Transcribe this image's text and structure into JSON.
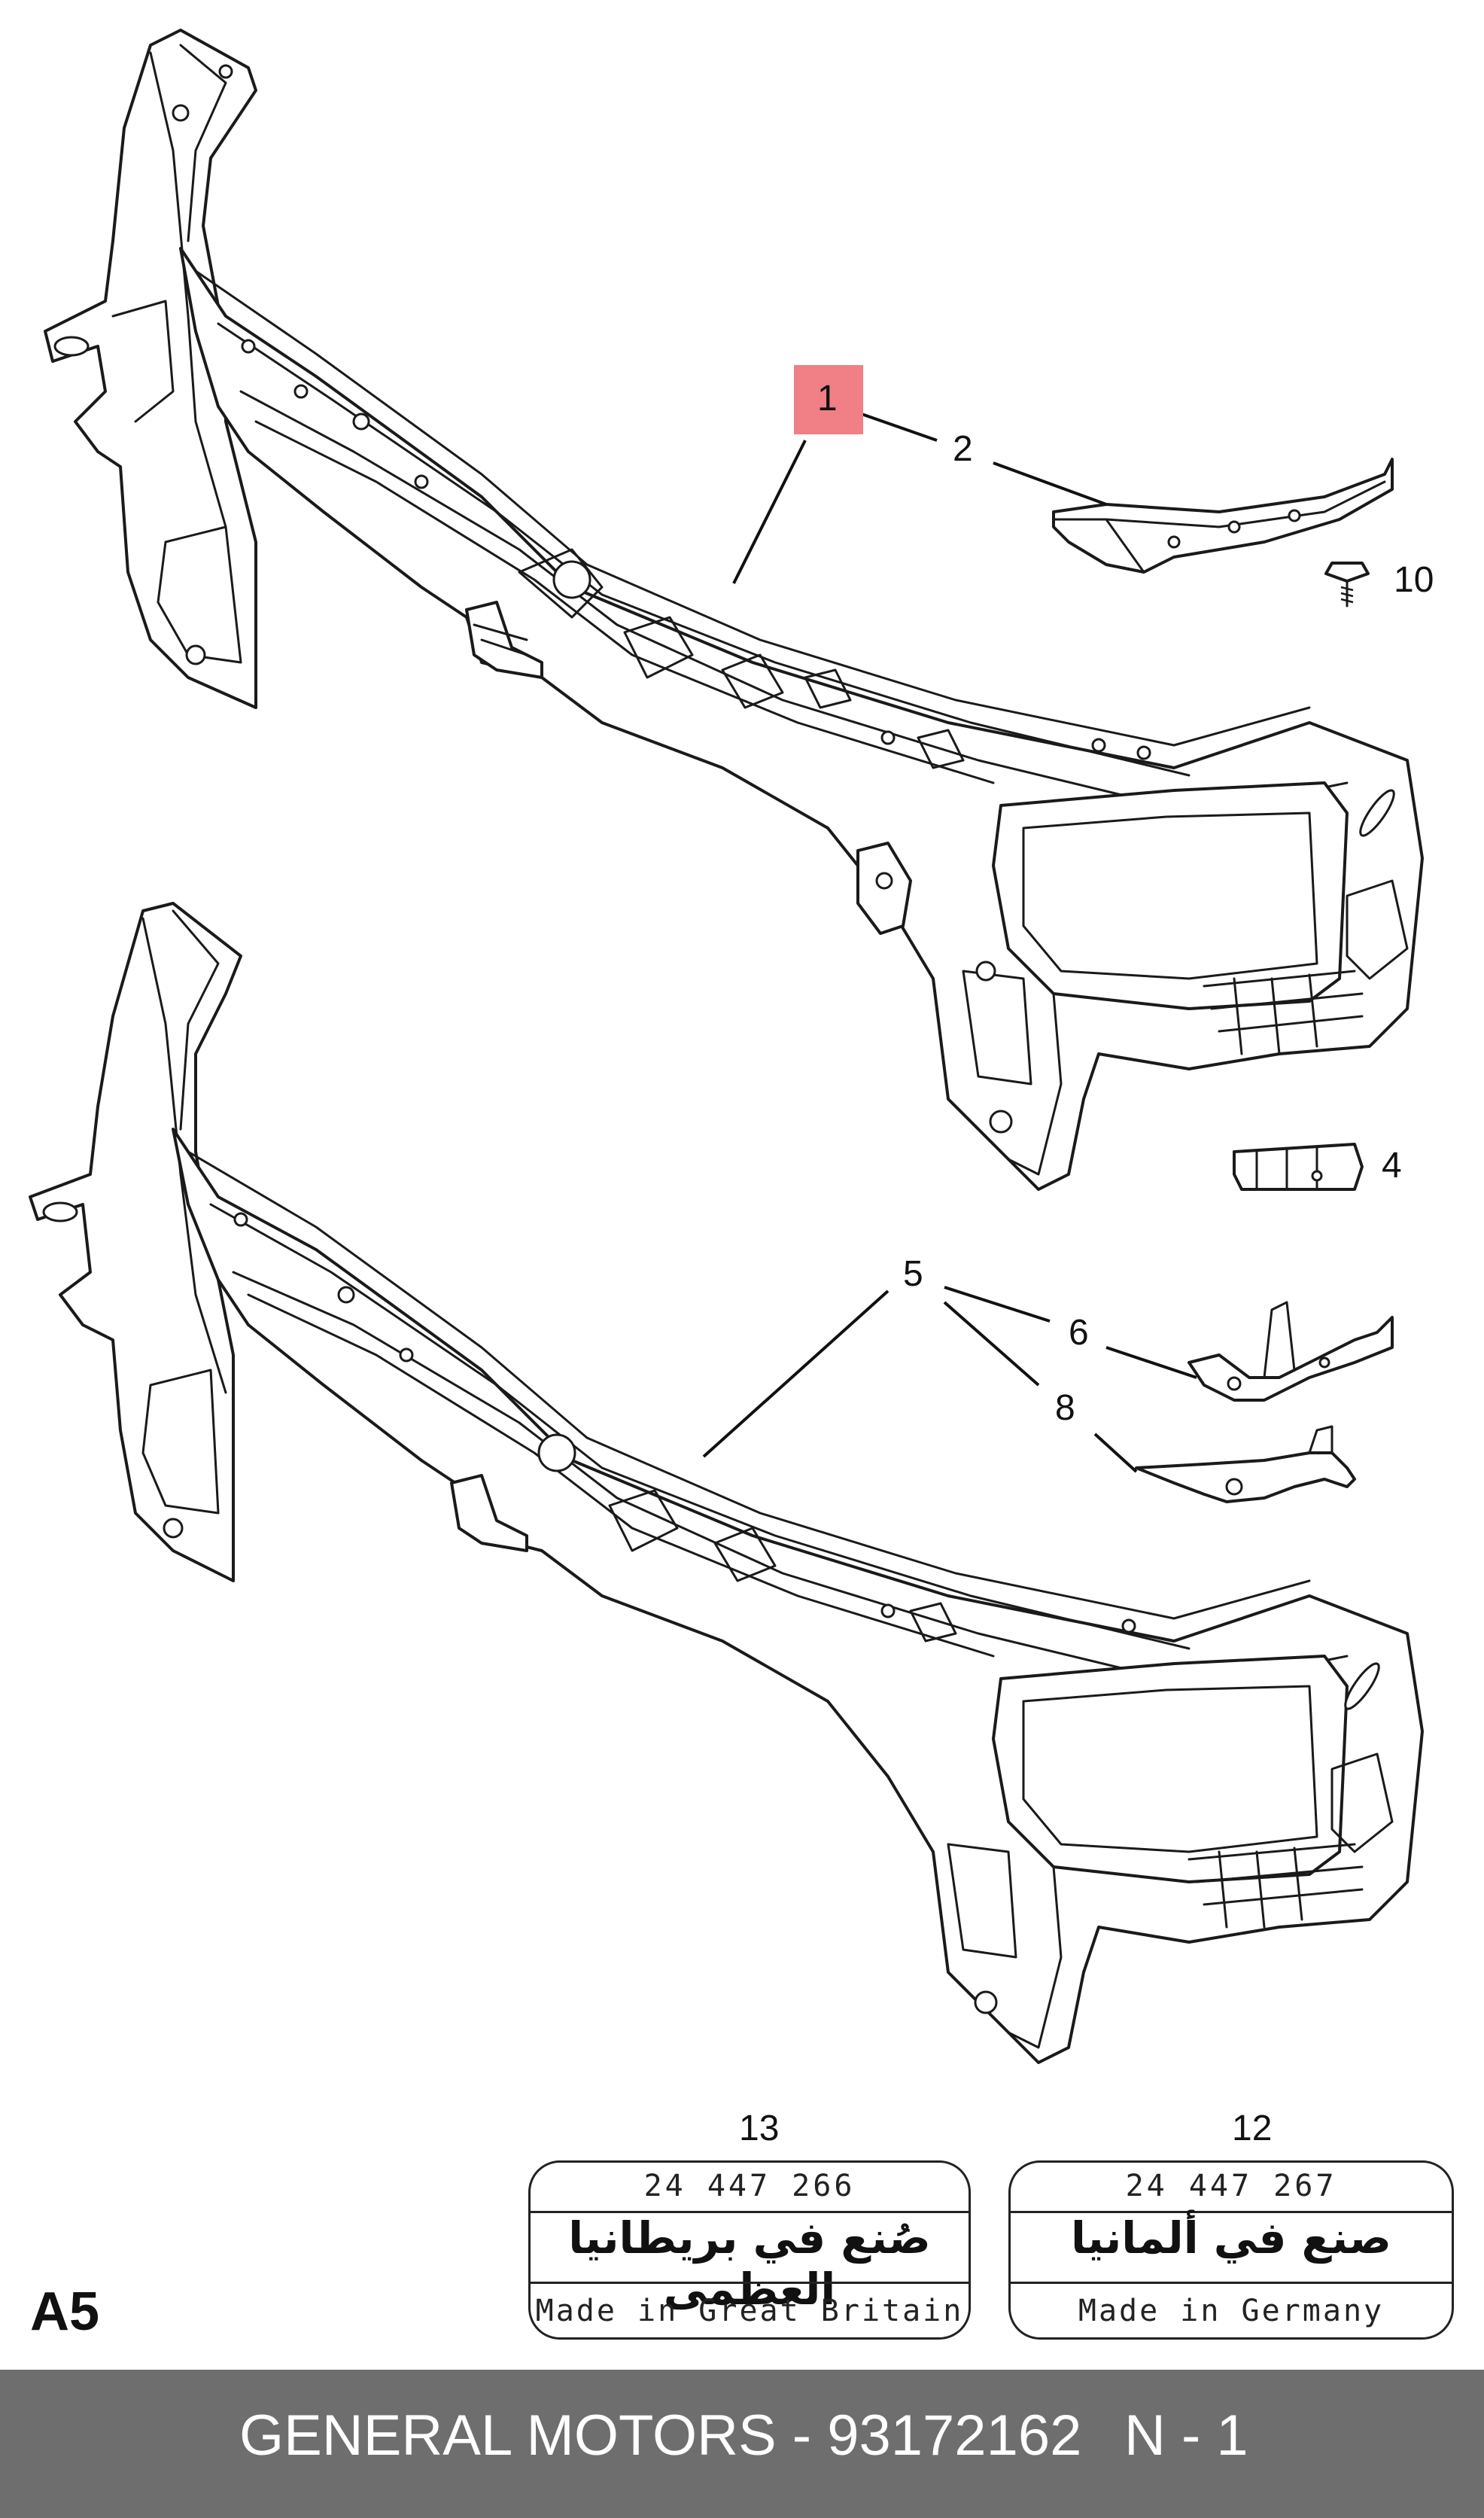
{
  "callouts": {
    "c1": "1",
    "c2": "2",
    "c4": "4",
    "c5": "5",
    "c6": "6",
    "c8": "8",
    "c10": "10",
    "c12": "12",
    "c13": "13"
  },
  "highlight_color": "#f07f86",
  "labels": [
    {
      "part_no": "24 447 266",
      "arabic": "صُنع في بريطانيا العظمى",
      "made_in": "Made in Great Britain"
    },
    {
      "part_no": "24 447 267",
      "arabic": "صنع في ألمانيا",
      "made_in": "Made in Germany"
    }
  ],
  "page_code": "A5",
  "footer": {
    "text": "GENERAL MOTORS - 93172162",
    "suffix": "N - 1",
    "background": "#6e6e6e"
  }
}
